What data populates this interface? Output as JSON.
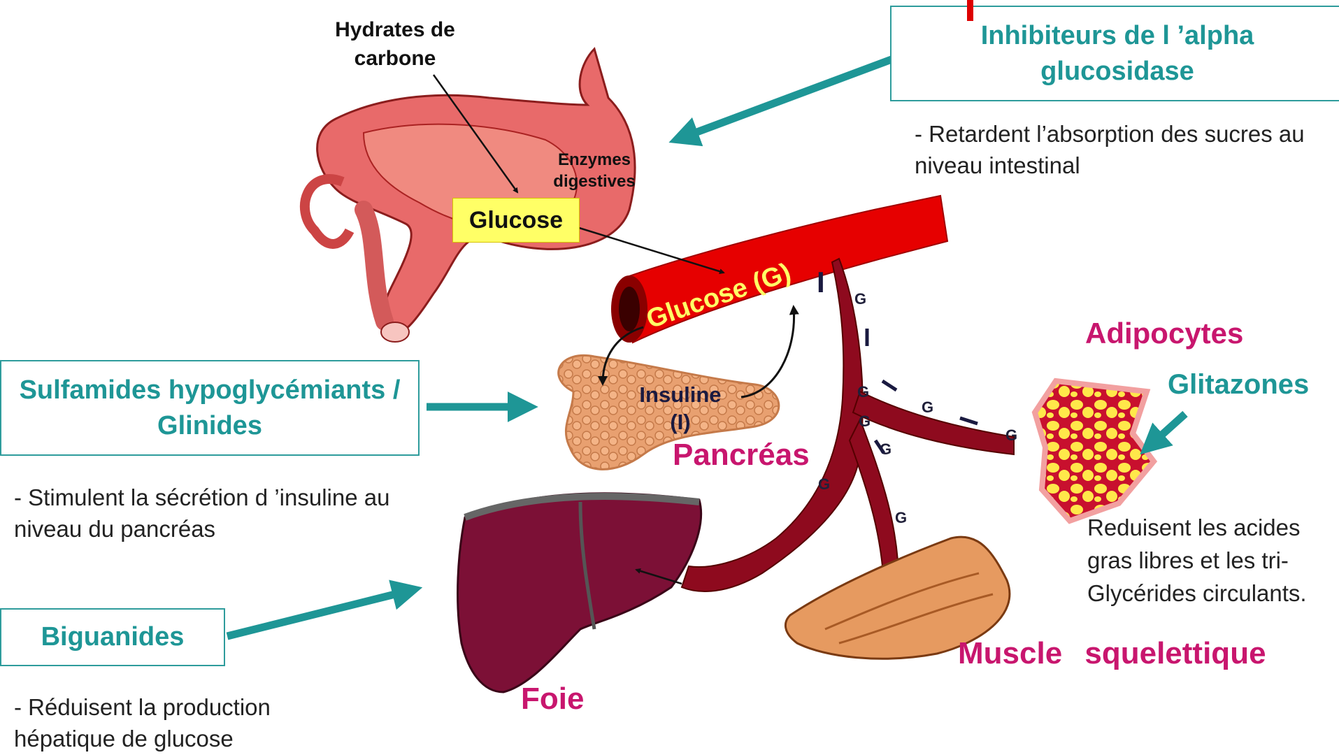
{
  "top": {
    "hydrates": "Hydrates de carbone",
    "enzymes": "Enzymes digestives",
    "glucose_box": "Glucose"
  },
  "vessel": {
    "label": "Glucose (G)",
    "i_mark": "I",
    "g_mark": "G"
  },
  "alpha": {
    "title": "Inhibiteurs de l ’alpha glucosidase",
    "desc": "- Retardent l’absorption des sucres au niveau intestinal"
  },
  "sulfamides": {
    "title": "Sulfamides hypoglycémiants / Glinides",
    "desc": "- Stimulent la sécrétion d ’insuline au niveau du pancréas"
  },
  "biguanides": {
    "title": "Biguanides",
    "desc": "- Réduisent la production hépatique de glucose"
  },
  "pancreas": {
    "insuline": "Insuline (I)",
    "label": "Pancréas"
  },
  "organs": {
    "adipocytes": "Adipocytes",
    "glitazones": "Glitazones",
    "glitazones_desc": "Reduisent les acides gras libres et les tri-Glycérides circulants.",
    "muscle": "Muscle squelettique",
    "foie": "Foie"
  },
  "colors": {
    "teal": "#1e9696",
    "magenta": "#c8166e",
    "vessel": "#e60000",
    "highlight": "#ffff66"
  }
}
